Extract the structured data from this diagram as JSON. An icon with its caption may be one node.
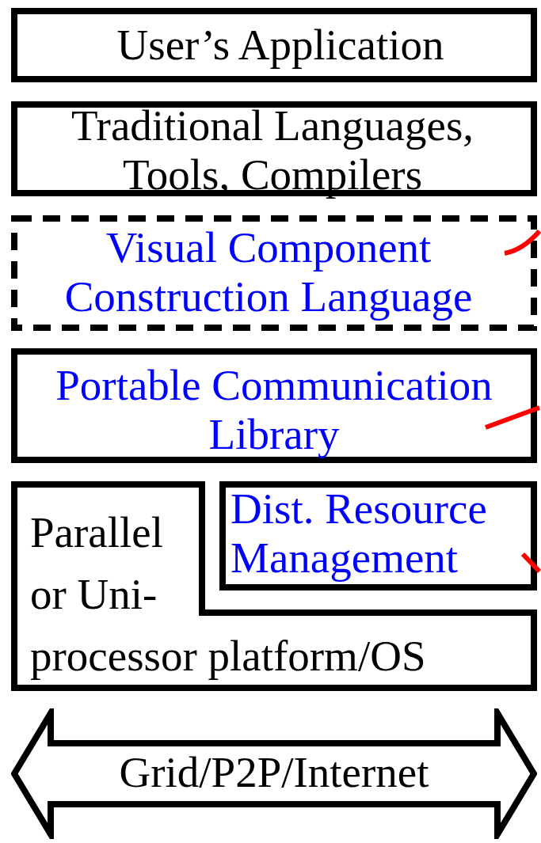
{
  "diagram": {
    "nodes": [
      {
        "text": [
          "User’s Application"
        ]
      },
      {
        "text": [
          "Traditional Languages, Tools, Compilers"
        ]
      },
      {
        "text": [
          "Visual Component Construction Language"
        ]
      },
      {
        "text": [
          "Portable Communication Library"
        ]
      },
      {
        "text": [
          "Parallel or Uni- processor platform/OS"
        ]
      },
      {
        "text": [
          "Dist. Resource Management"
        ]
      },
      {
        "text": [
          "Grid/P2P/Internet"
        ]
      }
    ],
    "edges": [
      {
        "from": 2,
        "to": null,
        "arrow": "none",
        "color": "#ff0000"
      },
      {
        "from": 3,
        "to": null,
        "arrow": "none",
        "color": "#ff0000"
      },
      {
        "from": 5,
        "to": null,
        "arrow": "none",
        "color": "#ff0000"
      }
    ]
  }
}
